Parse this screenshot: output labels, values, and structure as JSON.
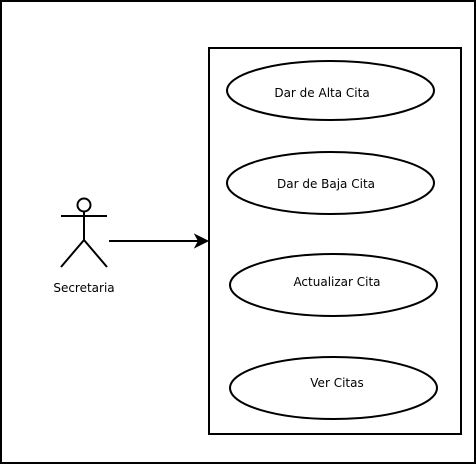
{
  "actor": {
    "name": "Secretaria"
  },
  "use_cases": [
    {
      "label": "Dar de Alta Cita"
    },
    {
      "label": "Dar de Baja Cita"
    },
    {
      "label": "Actualizar Cita"
    },
    {
      "label": "Ver Citas"
    }
  ],
  "colors": {
    "stroke": "#000000",
    "background": "#ffffff"
  }
}
